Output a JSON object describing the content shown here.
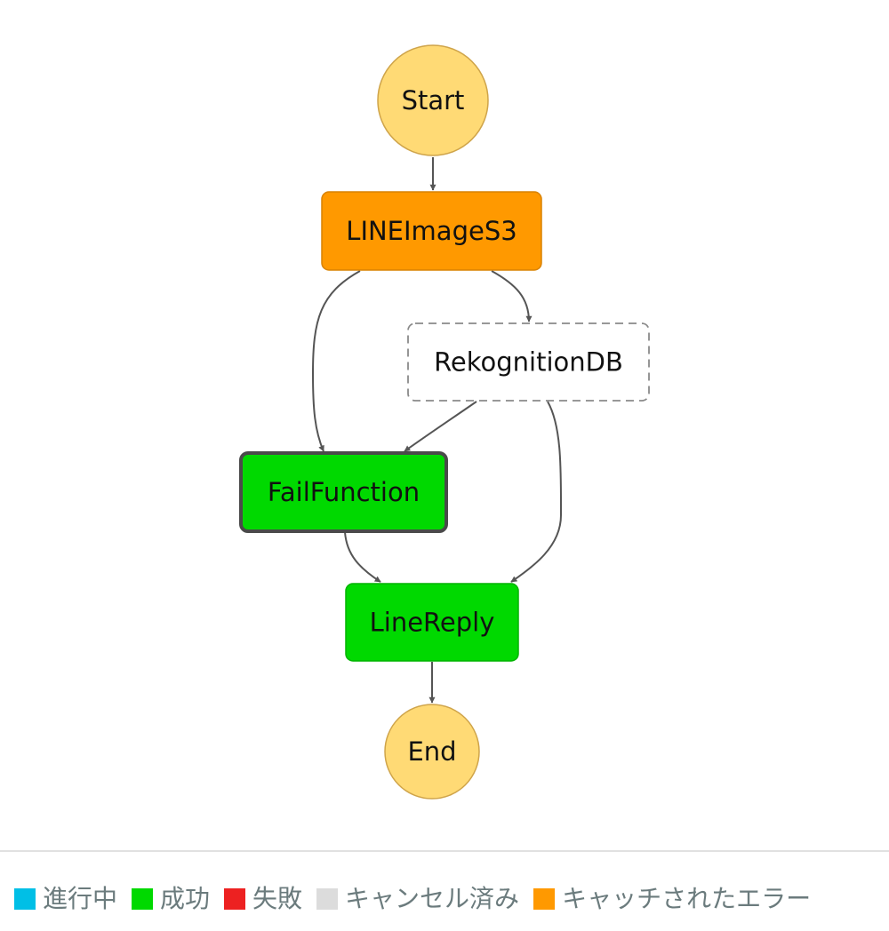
{
  "workflow": {
    "nodes": [
      {
        "id": "start",
        "label": "Start",
        "kind": "terminal",
        "color": "#ffda75"
      },
      {
        "id": "line-image-s3",
        "label": "LINEImageS3",
        "kind": "task",
        "color": "#ff9900",
        "status": "caught-error"
      },
      {
        "id": "rekognition-db",
        "label": "RekognitionDB",
        "kind": "task",
        "color": "#ffffff",
        "status": "not-executed"
      },
      {
        "id": "fail-function",
        "label": "FailFunction",
        "kind": "task",
        "color": "#00d900",
        "status": "succeeded",
        "selected": true
      },
      {
        "id": "line-reply",
        "label": "LineReply",
        "kind": "task",
        "color": "#00d900",
        "status": "succeeded"
      },
      {
        "id": "end",
        "label": "End",
        "kind": "terminal",
        "color": "#ffda75"
      }
    ],
    "edges": [
      {
        "from": "start",
        "to": "line-image-s3"
      },
      {
        "from": "line-image-s3",
        "to": "rekognition-db"
      },
      {
        "from": "line-image-s3",
        "to": "fail-function"
      },
      {
        "from": "rekognition-db",
        "to": "fail-function"
      },
      {
        "from": "rekognition-db",
        "to": "line-reply"
      },
      {
        "from": "fail-function",
        "to": "line-reply"
      },
      {
        "from": "line-reply",
        "to": "end"
      }
    ]
  },
  "legend": {
    "items": [
      {
        "label": "進行中",
        "color": "#00bfe6"
      },
      {
        "label": "成功",
        "color": "#00d900"
      },
      {
        "label": "失敗",
        "color": "#ed2121"
      },
      {
        "label": "キャンセル済み",
        "color": "#dcdcdc"
      },
      {
        "label": "キャッチされたエラー",
        "color": "#ff9900"
      }
    ]
  }
}
